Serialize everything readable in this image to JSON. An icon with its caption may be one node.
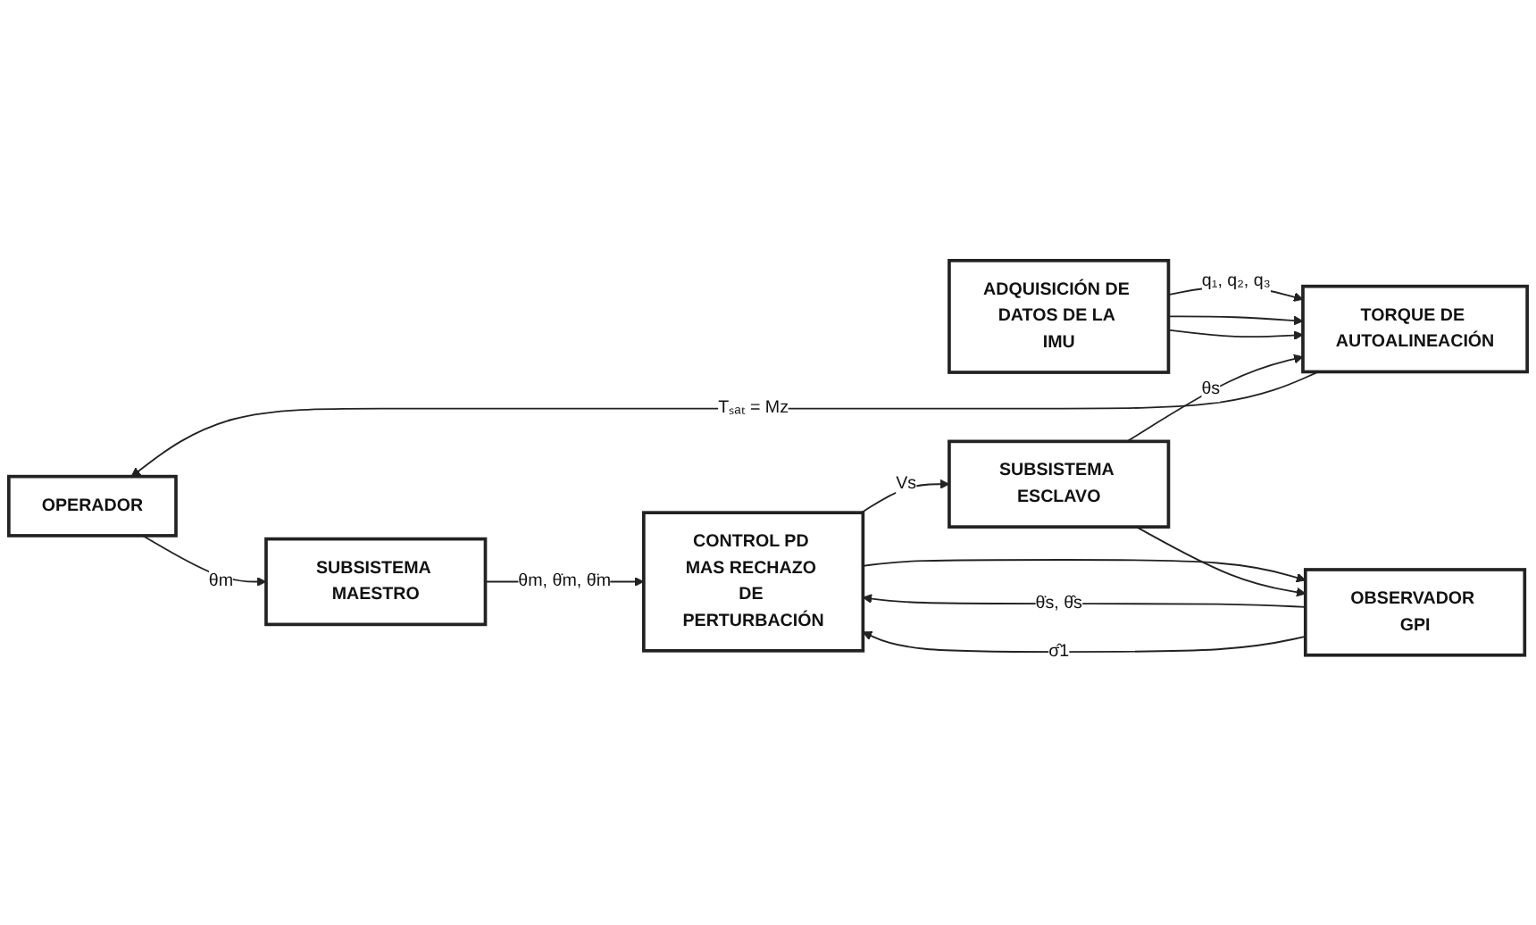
{
  "diagram": {
    "nodes": [
      {
        "text": [
          "OPERADOR"
        ]
      },
      {
        "text": [
          "SUBSISTEMA MAESTRO"
        ]
      },
      {
        "text": [
          "CONTROL PD MAS RECHAZO DE PERTURBACIÓN"
        ]
      },
      {
        "text": [
          "SUBSISTEMA ESCLAVO"
        ]
      },
      {
        "text": [
          "TORQUE DE AUTOALINEACIÓN"
        ]
      },
      {
        "text": [
          "OBSERVADOR GPI"
        ]
      },
      {
        "text": [
          "ADQUISICIÓN DE DATOS DE LA IMU"
        ]
      }
    ],
    "edges": [
      {
        "from": 0,
        "to": 1,
        "arrow": "to",
        "label": "θm"
      },
      {
        "from": 1,
        "to": 2,
        "arrow": "to",
        "label": "θm, θ̇m, θ̈m"
      },
      {
        "from": 2,
        "to": 3,
        "arrow": "to",
        "label": "Vs"
      },
      {
        "from": 2,
        "to": 5,
        "arrow": "to"
      },
      {
        "from": 3,
        "to": 5,
        "arrow": "to"
      },
      {
        "from": 5,
        "to": 2,
        "arrow": "to",
        "label": "θ̇s, θ̂s"
      },
      {
        "from": 5,
        "to": 2,
        "arrow": "to",
        "label": "σ̂1"
      },
      {
        "from": 4,
        "to": 0,
        "arrow": "to",
        "label": "Tₛₐₜ = Mz"
      },
      {
        "from": 6,
        "to": 4,
        "arrow": "to",
        "label": "q₁, q₂, q₃"
      },
      {
        "from": 6,
        "to": 4,
        "arrow": "to"
      },
      {
        "from": 6,
        "to": 4,
        "arrow": "to"
      },
      {
        "from": 3,
        "to": 4,
        "arrow": "to",
        "label": "θs"
      }
    ]
  }
}
